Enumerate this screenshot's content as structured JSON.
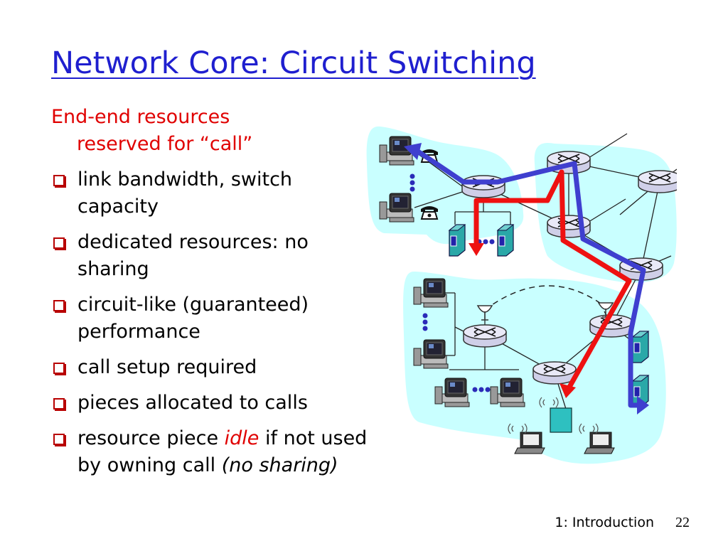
{
  "slide": {
    "title": "Network Core: Circuit Switching",
    "intro_line1": "End-end resources",
    "intro_line2": "reserved for “call”",
    "bullets": [
      {
        "text": "link bandwidth,  switch capacity"
      },
      {
        "text": "dedicated resources: no sharing"
      },
      {
        "text": "circuit-like (guaranteed) performance"
      },
      {
        "text": "call setup required"
      },
      {
        "text": "pieces allocated to calls"
      },
      {
        "pre": "resource piece ",
        "emph": "idle",
        "mid": " if not used by owning call ",
        "ital": "(no sharing)"
      }
    ],
    "footer": "1: Introduction",
    "page_number": "22"
  },
  "colors": {
    "title": "#1f1fcf",
    "intro": "#e00000",
    "bullet_marker": "#b80000",
    "cloud": "#c9ffff",
    "circuit_red": "#ee1111",
    "circuit_blue": "#3f3fcf"
  }
}
